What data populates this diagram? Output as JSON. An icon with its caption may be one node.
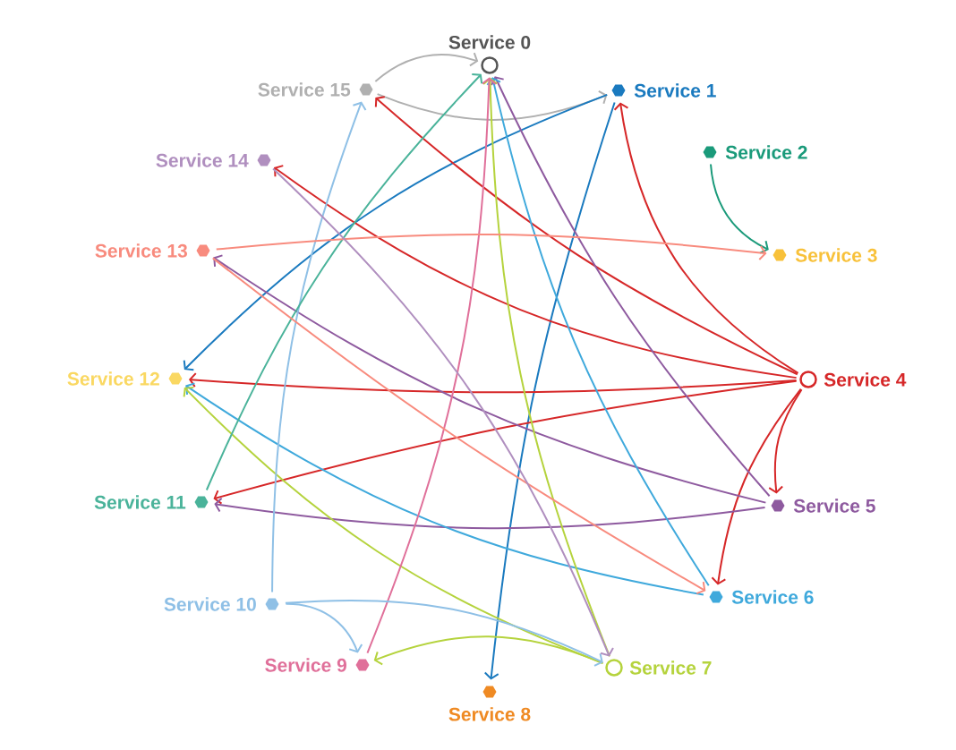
{
  "diagram": {
    "nodes": [
      {
        "text": [
          "Service 0"
        ]
      },
      {
        "text": [
          "Service 1"
        ]
      },
      {
        "text": [
          "Service 2"
        ]
      },
      {
        "text": [
          "Service 3"
        ]
      },
      {
        "text": [
          "Service 4"
        ]
      },
      {
        "text": [
          "Service 5"
        ]
      },
      {
        "text": [
          "Service 6"
        ]
      },
      {
        "text": [
          "Service 7"
        ]
      },
      {
        "text": [
          "Service 8"
        ]
      },
      {
        "text": [
          "Service 9"
        ]
      },
      {
        "text": [
          "Service 10"
        ]
      },
      {
        "text": [
          "Service 11"
        ]
      },
      {
        "text": [
          "Service 12"
        ]
      },
      {
        "text": [
          "Service 13"
        ]
      },
      {
        "text": [
          "Service 14"
        ]
      },
      {
        "text": [
          "Service 15"
        ]
      }
    ],
    "edges": [
      {
        "from": 15,
        "to": 0,
        "arrow": "to",
        "color": "#b0b0b0"
      },
      {
        "from": 15,
        "to": 1,
        "arrow": "to",
        "color": "#b0b0b0"
      },
      {
        "from": 1,
        "to": 12,
        "arrow": "to",
        "color": "#1a7abf"
      },
      {
        "from": 1,
        "to": 8,
        "arrow": "to",
        "color": "#1a7abf"
      },
      {
        "from": 2,
        "to": 3,
        "arrow": "to",
        "color": "#1a9a7a"
      },
      {
        "from": 4,
        "to": 1,
        "arrow": "to",
        "color": "#d62728"
      },
      {
        "from": 4,
        "to": 15,
        "arrow": "to",
        "color": "#d62728"
      },
      {
        "from": 4,
        "to": 14,
        "arrow": "to",
        "color": "#d62728"
      },
      {
        "from": 4,
        "to": 12,
        "arrow": "to",
        "color": "#d62728"
      },
      {
        "from": 4,
        "to": 11,
        "arrow": "to",
        "color": "#d62728"
      },
      {
        "from": 4,
        "to": 5,
        "arrow": "to",
        "color": "#d62728"
      },
      {
        "from": 4,
        "to": 6,
        "arrow": "to",
        "color": "#d62728"
      },
      {
        "from": 5,
        "to": 13,
        "arrow": "to",
        "color": "#8e5a9f"
      },
      {
        "from": 5,
        "to": 11,
        "arrow": "to",
        "color": "#8e5a9f"
      },
      {
        "from": 5,
        "to": 0,
        "arrow": "to",
        "color": "#8e5a9f"
      },
      {
        "from": 6,
        "to": 12,
        "arrow": "to",
        "color": "#3fa9dc"
      },
      {
        "from": 6,
        "to": 0,
        "arrow": "to",
        "color": "#3fa9dc"
      },
      {
        "from": 7,
        "to": 12,
        "arrow": "to",
        "color": "#b5d33d"
      },
      {
        "from": 7,
        "to": 9,
        "arrow": "to",
        "color": "#b5d33d"
      },
      {
        "from": 7,
        "to": 0,
        "arrow": "to",
        "color": "#b5d33d"
      },
      {
        "from": 9,
        "to": 0,
        "arrow": "to",
        "color": "#e0709a"
      },
      {
        "from": 10,
        "to": 15,
        "arrow": "to",
        "color": "#8fc0e6"
      },
      {
        "from": 10,
        "to": 9,
        "arrow": "to",
        "color": "#8fc0e6"
      },
      {
        "from": 10,
        "to": 7,
        "arrow": "to",
        "color": "#8fc0e6"
      },
      {
        "from": 11,
        "to": 0,
        "arrow": "to",
        "color": "#4ab39a"
      },
      {
        "from": 13,
        "to": 3,
        "arrow": "to",
        "color": "#f88b7e"
      },
      {
        "from": 13,
        "to": 6,
        "arrow": "to",
        "color": "#f88b7e"
      },
      {
        "from": 14,
        "to": 7,
        "arrow": "to",
        "color": "#b08fbf"
      }
    ]
  }
}
